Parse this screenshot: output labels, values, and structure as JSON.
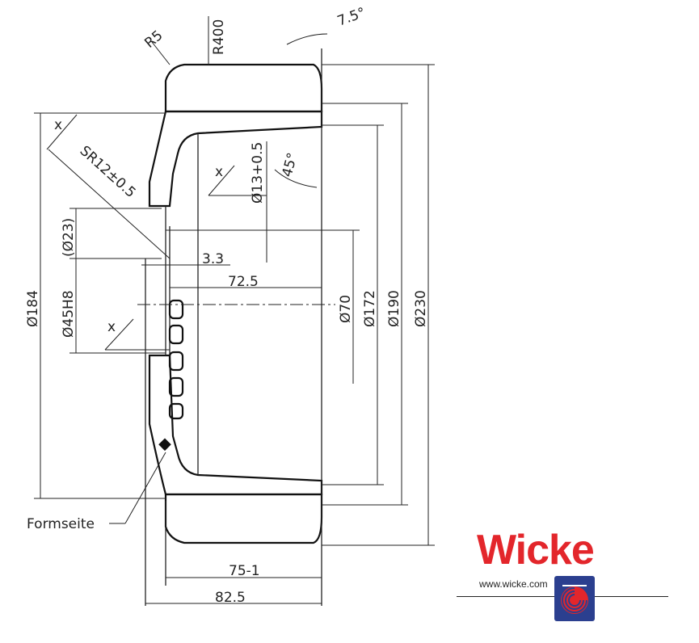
{
  "dimensions": {
    "r400": "R400",
    "r5": "R5",
    "angle_7_5": "7.5°",
    "angle_45": "45°",
    "sr12": "SR12±0.5",
    "d13": "Ø13+0.5",
    "d23": "(Ø23)",
    "d45": "Ø45H8",
    "d184": "Ø184",
    "d70": "Ø70",
    "d172": "Ø172",
    "d190": "Ø190",
    "d230": "Ø230",
    "len_3_3": "3.3",
    "len_72_5": "72.5",
    "len_75": "75-1",
    "len_82_5": "82.5",
    "x_mark": "x"
  },
  "labels": {
    "formseite": "Formseite"
  },
  "brand": {
    "name": "Wicke",
    "url": "www.wicke.com",
    "color": "#e3262b",
    "mark_color": "#2b3f8f"
  }
}
